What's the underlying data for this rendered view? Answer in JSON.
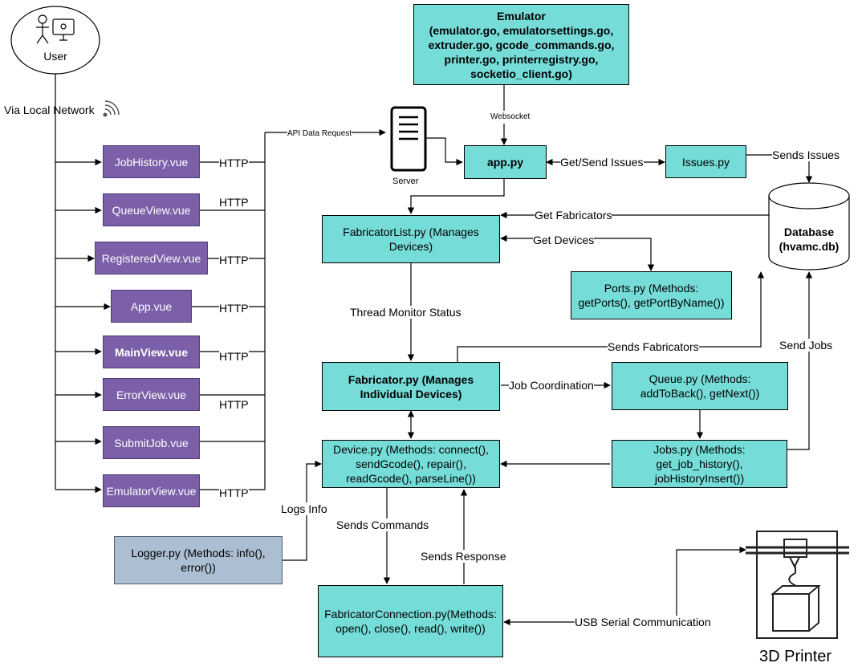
{
  "user": {
    "label": "User"
  },
  "network_label": "Via Local Network",
  "emulator": {
    "title": "Emulator",
    "files": "(emulator.go, emulatorsettings.go, extruder.go, gcode_commands.go, printer.go, printerregistry.go, socketio_client.go)"
  },
  "websocket_label": "Websocket",
  "api_label": "API Data Request",
  "server_label": "Server",
  "app_py": "app.py",
  "issues_py": "Issues.py",
  "get_send_issues": "Get/Send Issues",
  "sends_issues": "Sends Issues",
  "database": {
    "line1": "Database",
    "line2": "(hvamc.db)"
  },
  "fabricator_list": "FabricatorList.py (Manages Devices)",
  "get_fabricators": "Get Fabricators",
  "get_devices": "Get Devices",
  "ports_py": "Ports.py (Methods: getPorts(), getPortByName())",
  "thread_monitor": "Thread Monitor Status",
  "sends_fabricators": "Sends Fabricators",
  "send_jobs": "Send Jobs",
  "fabricator_py": "Fabricator.py (Manages Individual Devices)",
  "job_coordination": "Job Coordination",
  "queue_py": "Queue.py (Methods: addToBack(), getNext())",
  "jobs_py": "Jobs.py (Methods: get_job_history(), jobHistoryInsert())",
  "device_py": "Device.py (Methods: connect(), sendGcode(), repair(), readGcode(), parseLine())",
  "logs_info": "Logs Info",
  "logger_py": "Logger.py (Methods: info(), error())",
  "sends_commands": "Sends Commands",
  "sends_response": "Sends Response",
  "fabricator_connection": "FabricatorConnection.py(Methods: open(), close(), read(), write())",
  "usb_label": "USB Serial Communication",
  "printer_label": "3D Printer",
  "vue_files": [
    {
      "label": "JobHistory.vue",
      "http": "HTTP"
    },
    {
      "label": "QueueView.vue",
      "http": "HTTP"
    },
    {
      "label": "RegisteredView.vue",
      "http": "HTTP"
    },
    {
      "label": "App.vue",
      "http": "HTTP"
    },
    {
      "label": "MainView.vue",
      "http": "HTTP"
    },
    {
      "label": "ErrorView.vue",
      "http": "HTTP"
    },
    {
      "label": "SubmitJob.vue",
      "http": ""
    },
    {
      "label": "EmulatorView.vue",
      "http": "HTTP"
    }
  ],
  "colors": {
    "teal": "#76dcd8",
    "purple": "#7b5fa8",
    "logger": "#acbed2"
  }
}
